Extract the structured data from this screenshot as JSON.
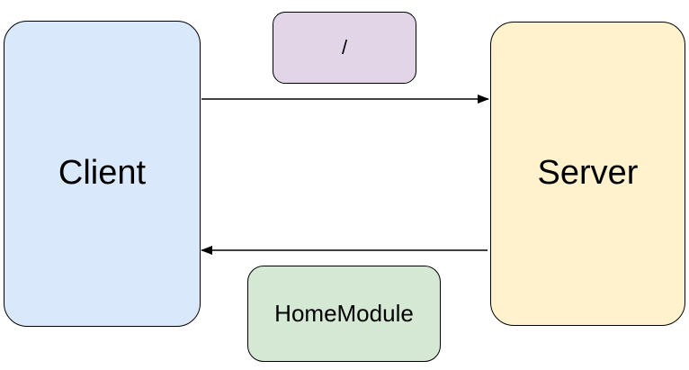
{
  "diagram": {
    "background_color": "#ffffff",
    "stroke_color": "#000000",
    "nodes": {
      "client": {
        "label": "Client",
        "fill": "#dae8fc"
      },
      "server": {
        "label": "Server",
        "fill": "#fff2cc"
      },
      "route": {
        "label": "/",
        "fill": "#e1d5e7"
      },
      "home_module": {
        "label": "HomeModule",
        "fill": "#d5e8d4"
      }
    },
    "edges": [
      {
        "name": "request-arrow",
        "from": "Client",
        "to": "Server",
        "direction": "right",
        "label": "/"
      },
      {
        "name": "response-arrow",
        "from": "Server",
        "to": "Client",
        "direction": "left",
        "label": "HomeModule"
      }
    ]
  }
}
